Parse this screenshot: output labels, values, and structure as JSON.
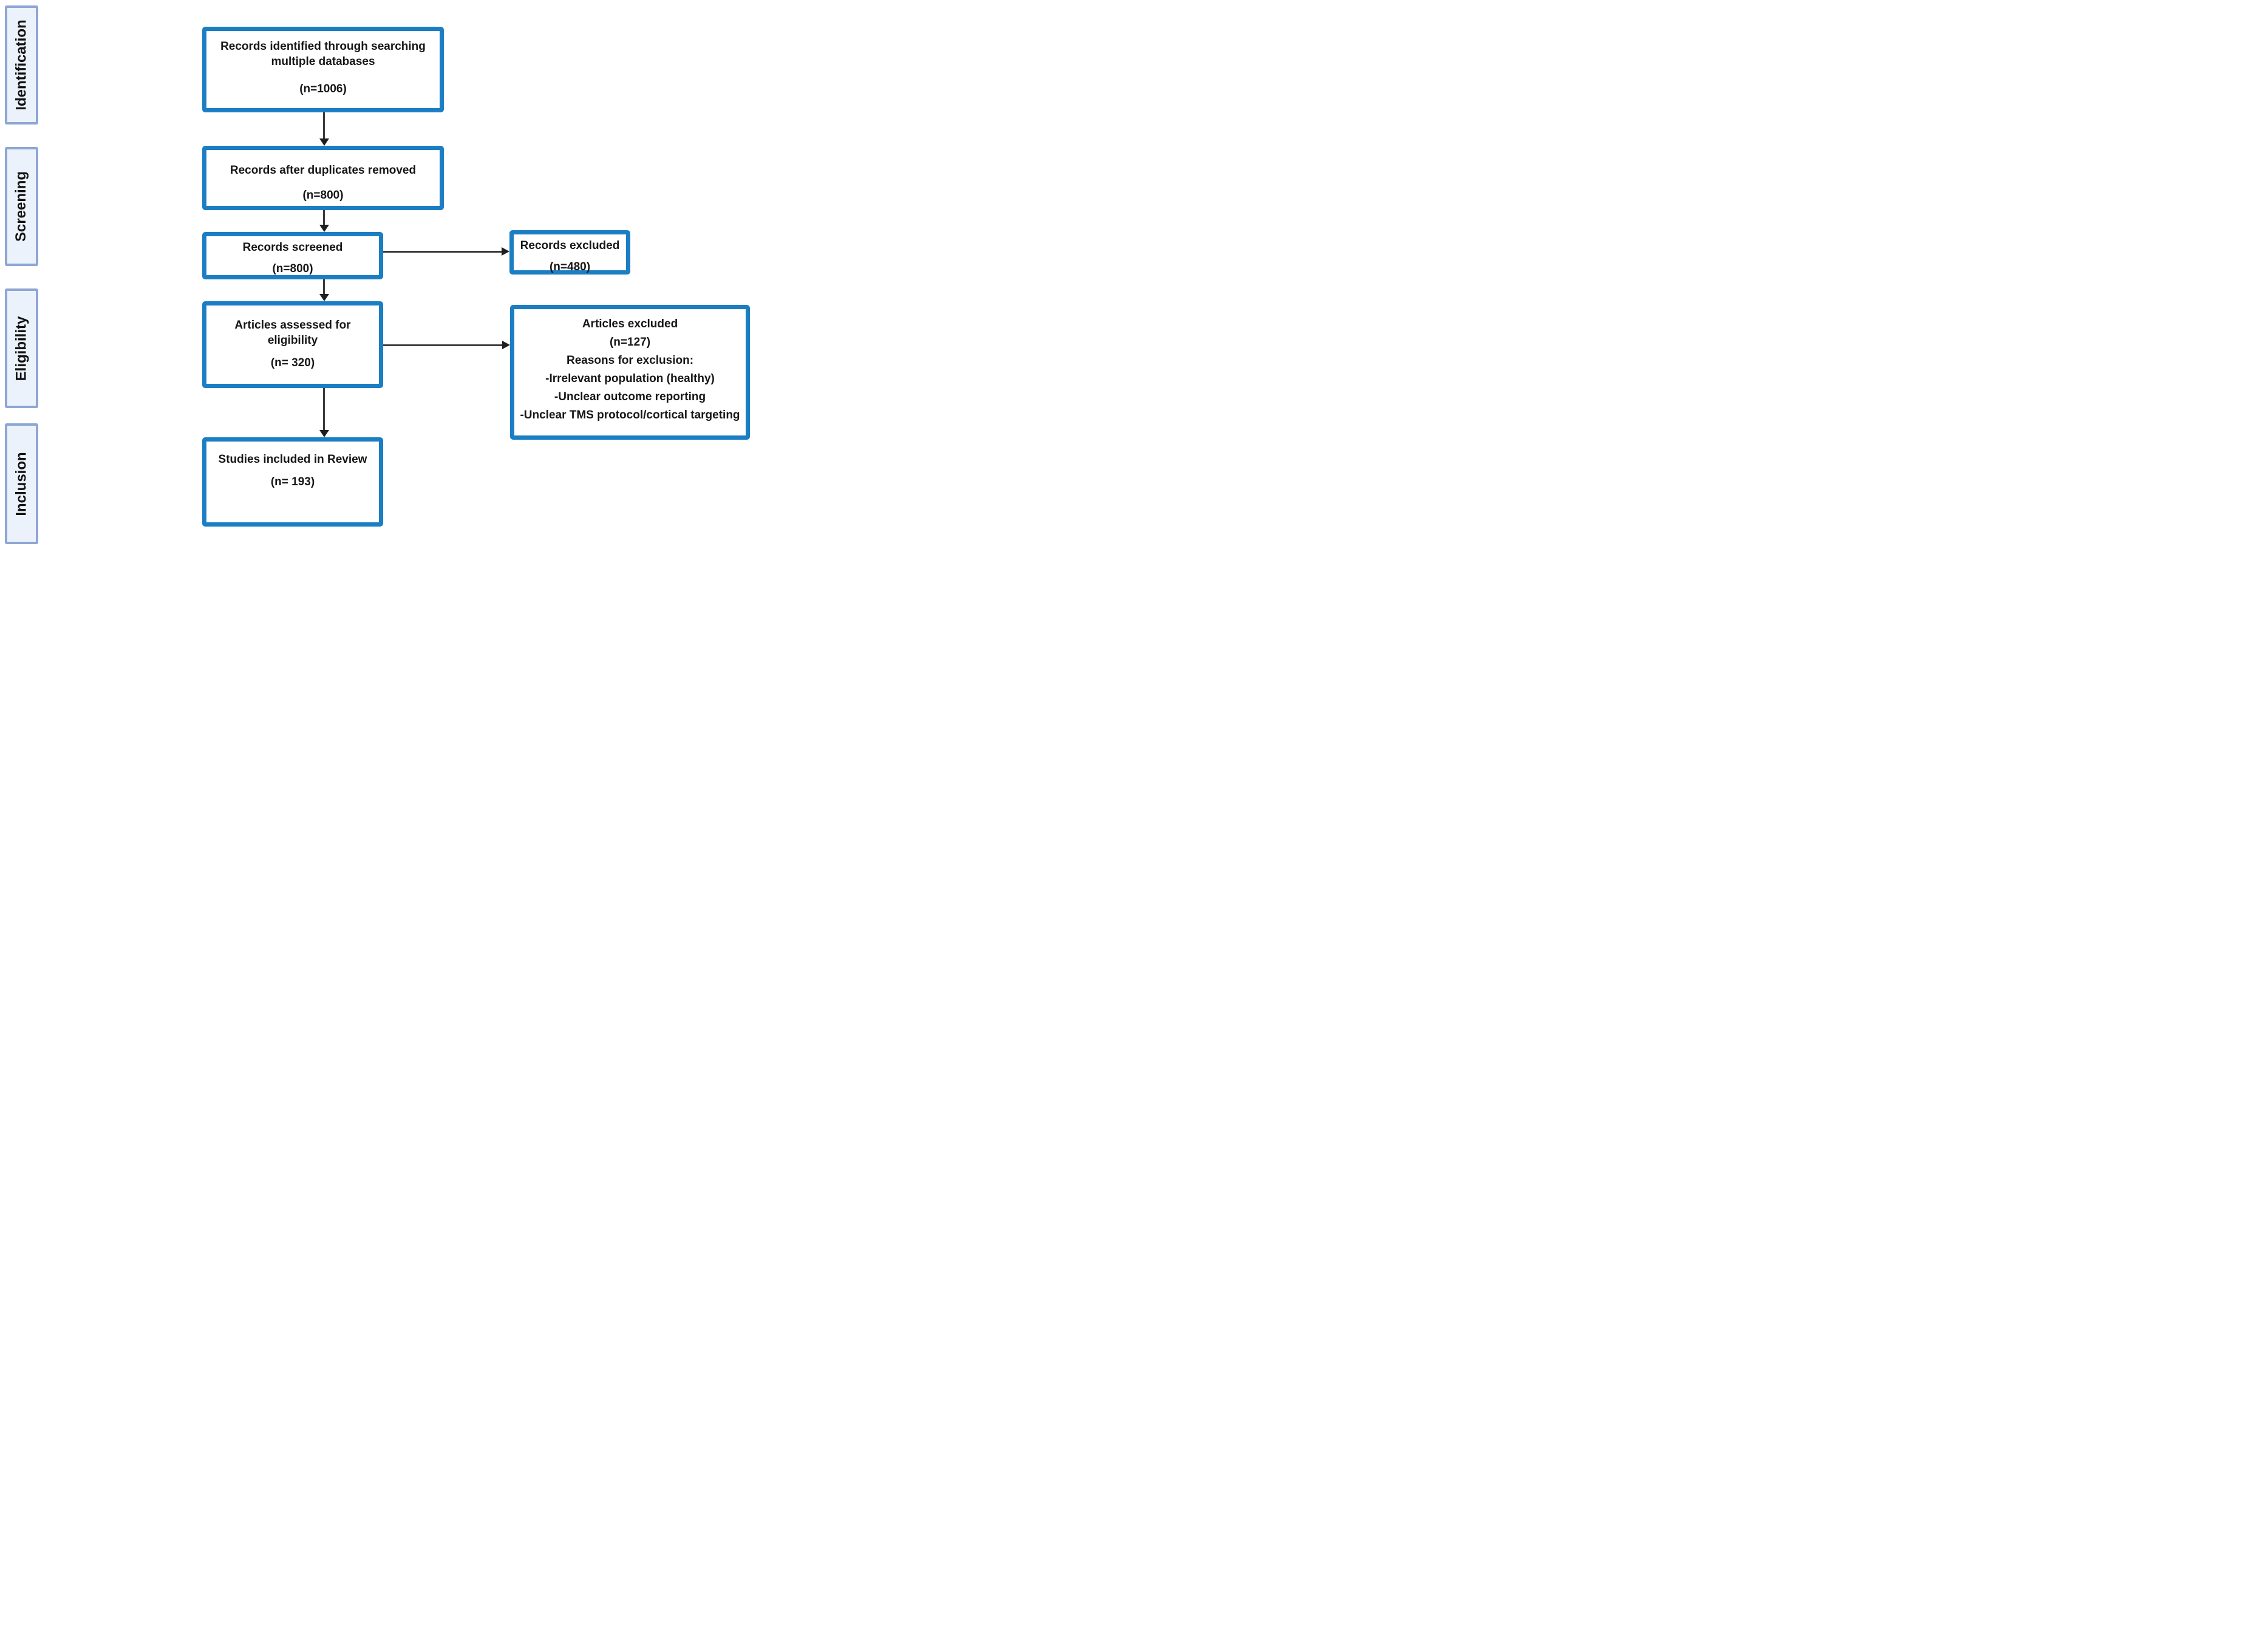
{
  "colors": {
    "box_border": "#1b7ec4",
    "sidebar_border": "#8ea6d4",
    "sidebar_fill": "#ecf2fb",
    "connector": "#3a3a3a",
    "arrowhead": "#1f1f1f",
    "text": "#161616",
    "page_bg": "#ffffff"
  },
  "sidebar": {
    "labels": [
      "Identification",
      "Screening",
      "Eligibility",
      "Inclusion"
    ]
  },
  "flow": {
    "identified": {
      "label": "Records identified through searching multiple databases",
      "count": "(n=1006)"
    },
    "deduplicated": {
      "label": "Records after duplicates removed",
      "count": "(n=800)"
    },
    "screened": {
      "label": "Records screened",
      "count": "(n=800)"
    },
    "records_excluded": {
      "label": "Records excluded",
      "count": "(n=480)"
    },
    "assessed": {
      "label": "Articles assessed for eligibility",
      "count": "(n= 320)"
    },
    "articles_excluded": {
      "label": "Articles excluded",
      "count": "(n=127)",
      "reasons_heading": "Reasons for exclusion:",
      "reasons": [
        "-Irrelevant population (healthy)",
        "-Unclear outcome reporting",
        "-Unclear TMS protocol/cortical targeting"
      ]
    },
    "included": {
      "label": "Studies included in Review",
      "count": "(n= 193)"
    }
  }
}
